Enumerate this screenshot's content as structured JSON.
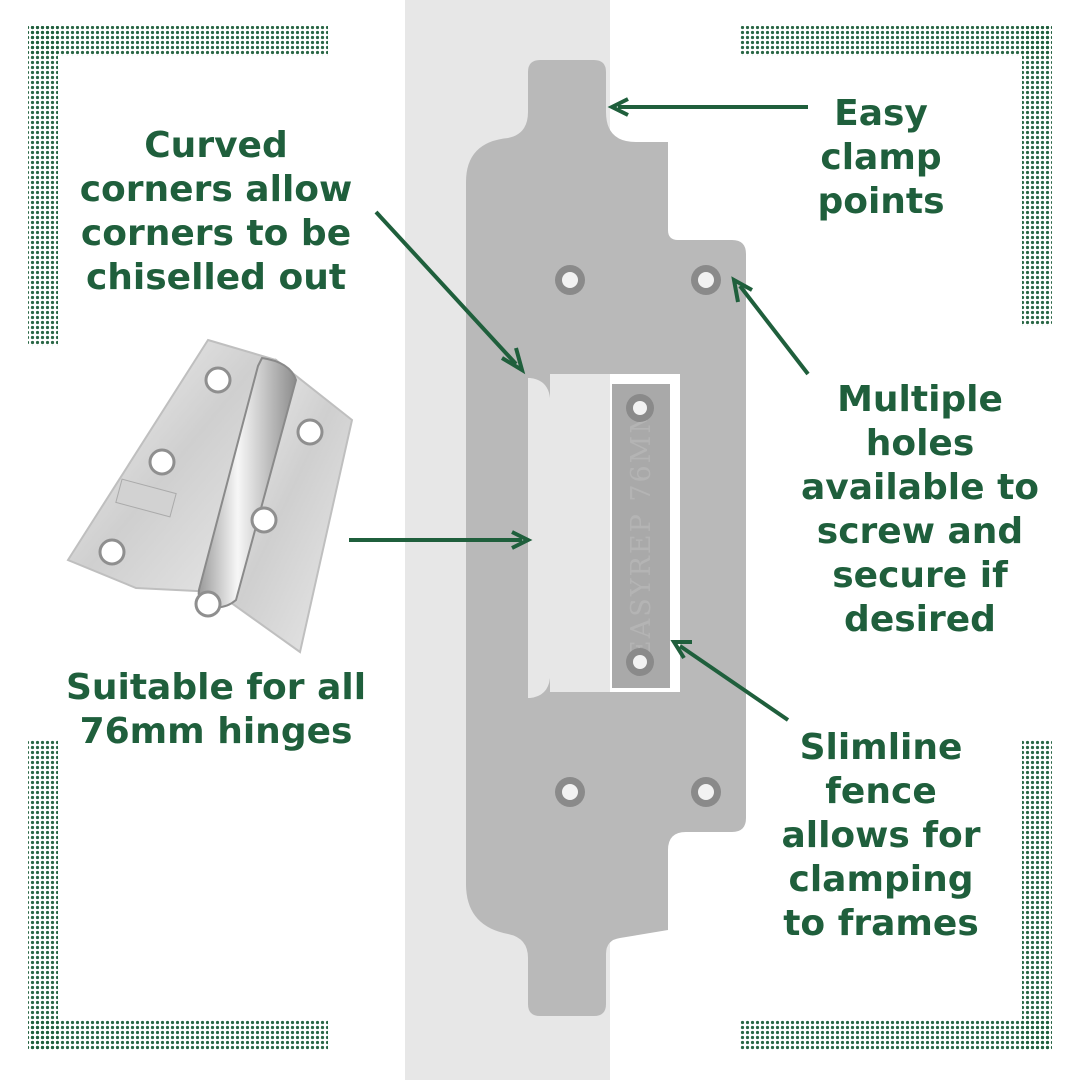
{
  "callouts": {
    "easy_clamp": [
      "Easy",
      "clamp",
      "points"
    ],
    "curved_corners": [
      "Curved",
      "corners allow",
      "corners to be",
      "chiselled out"
    ],
    "multiple_holes": [
      "Multiple",
      "holes",
      "available to",
      "screw and",
      "secure if",
      "desired"
    ],
    "hinges": [
      "Suitable for all",
      "76mm hinges"
    ],
    "slimline_fence": [
      "Slimline",
      "fence",
      "allows for",
      "clamping",
      "to frames"
    ]
  },
  "template": {
    "engraving": "EASYREP 76MM"
  },
  "colors": {
    "accent_green": "#1f5f3c",
    "template_grey": "#b9b9b9",
    "door_strip": "#e7e7e7",
    "hinge_steel": "#d8d8d8"
  }
}
